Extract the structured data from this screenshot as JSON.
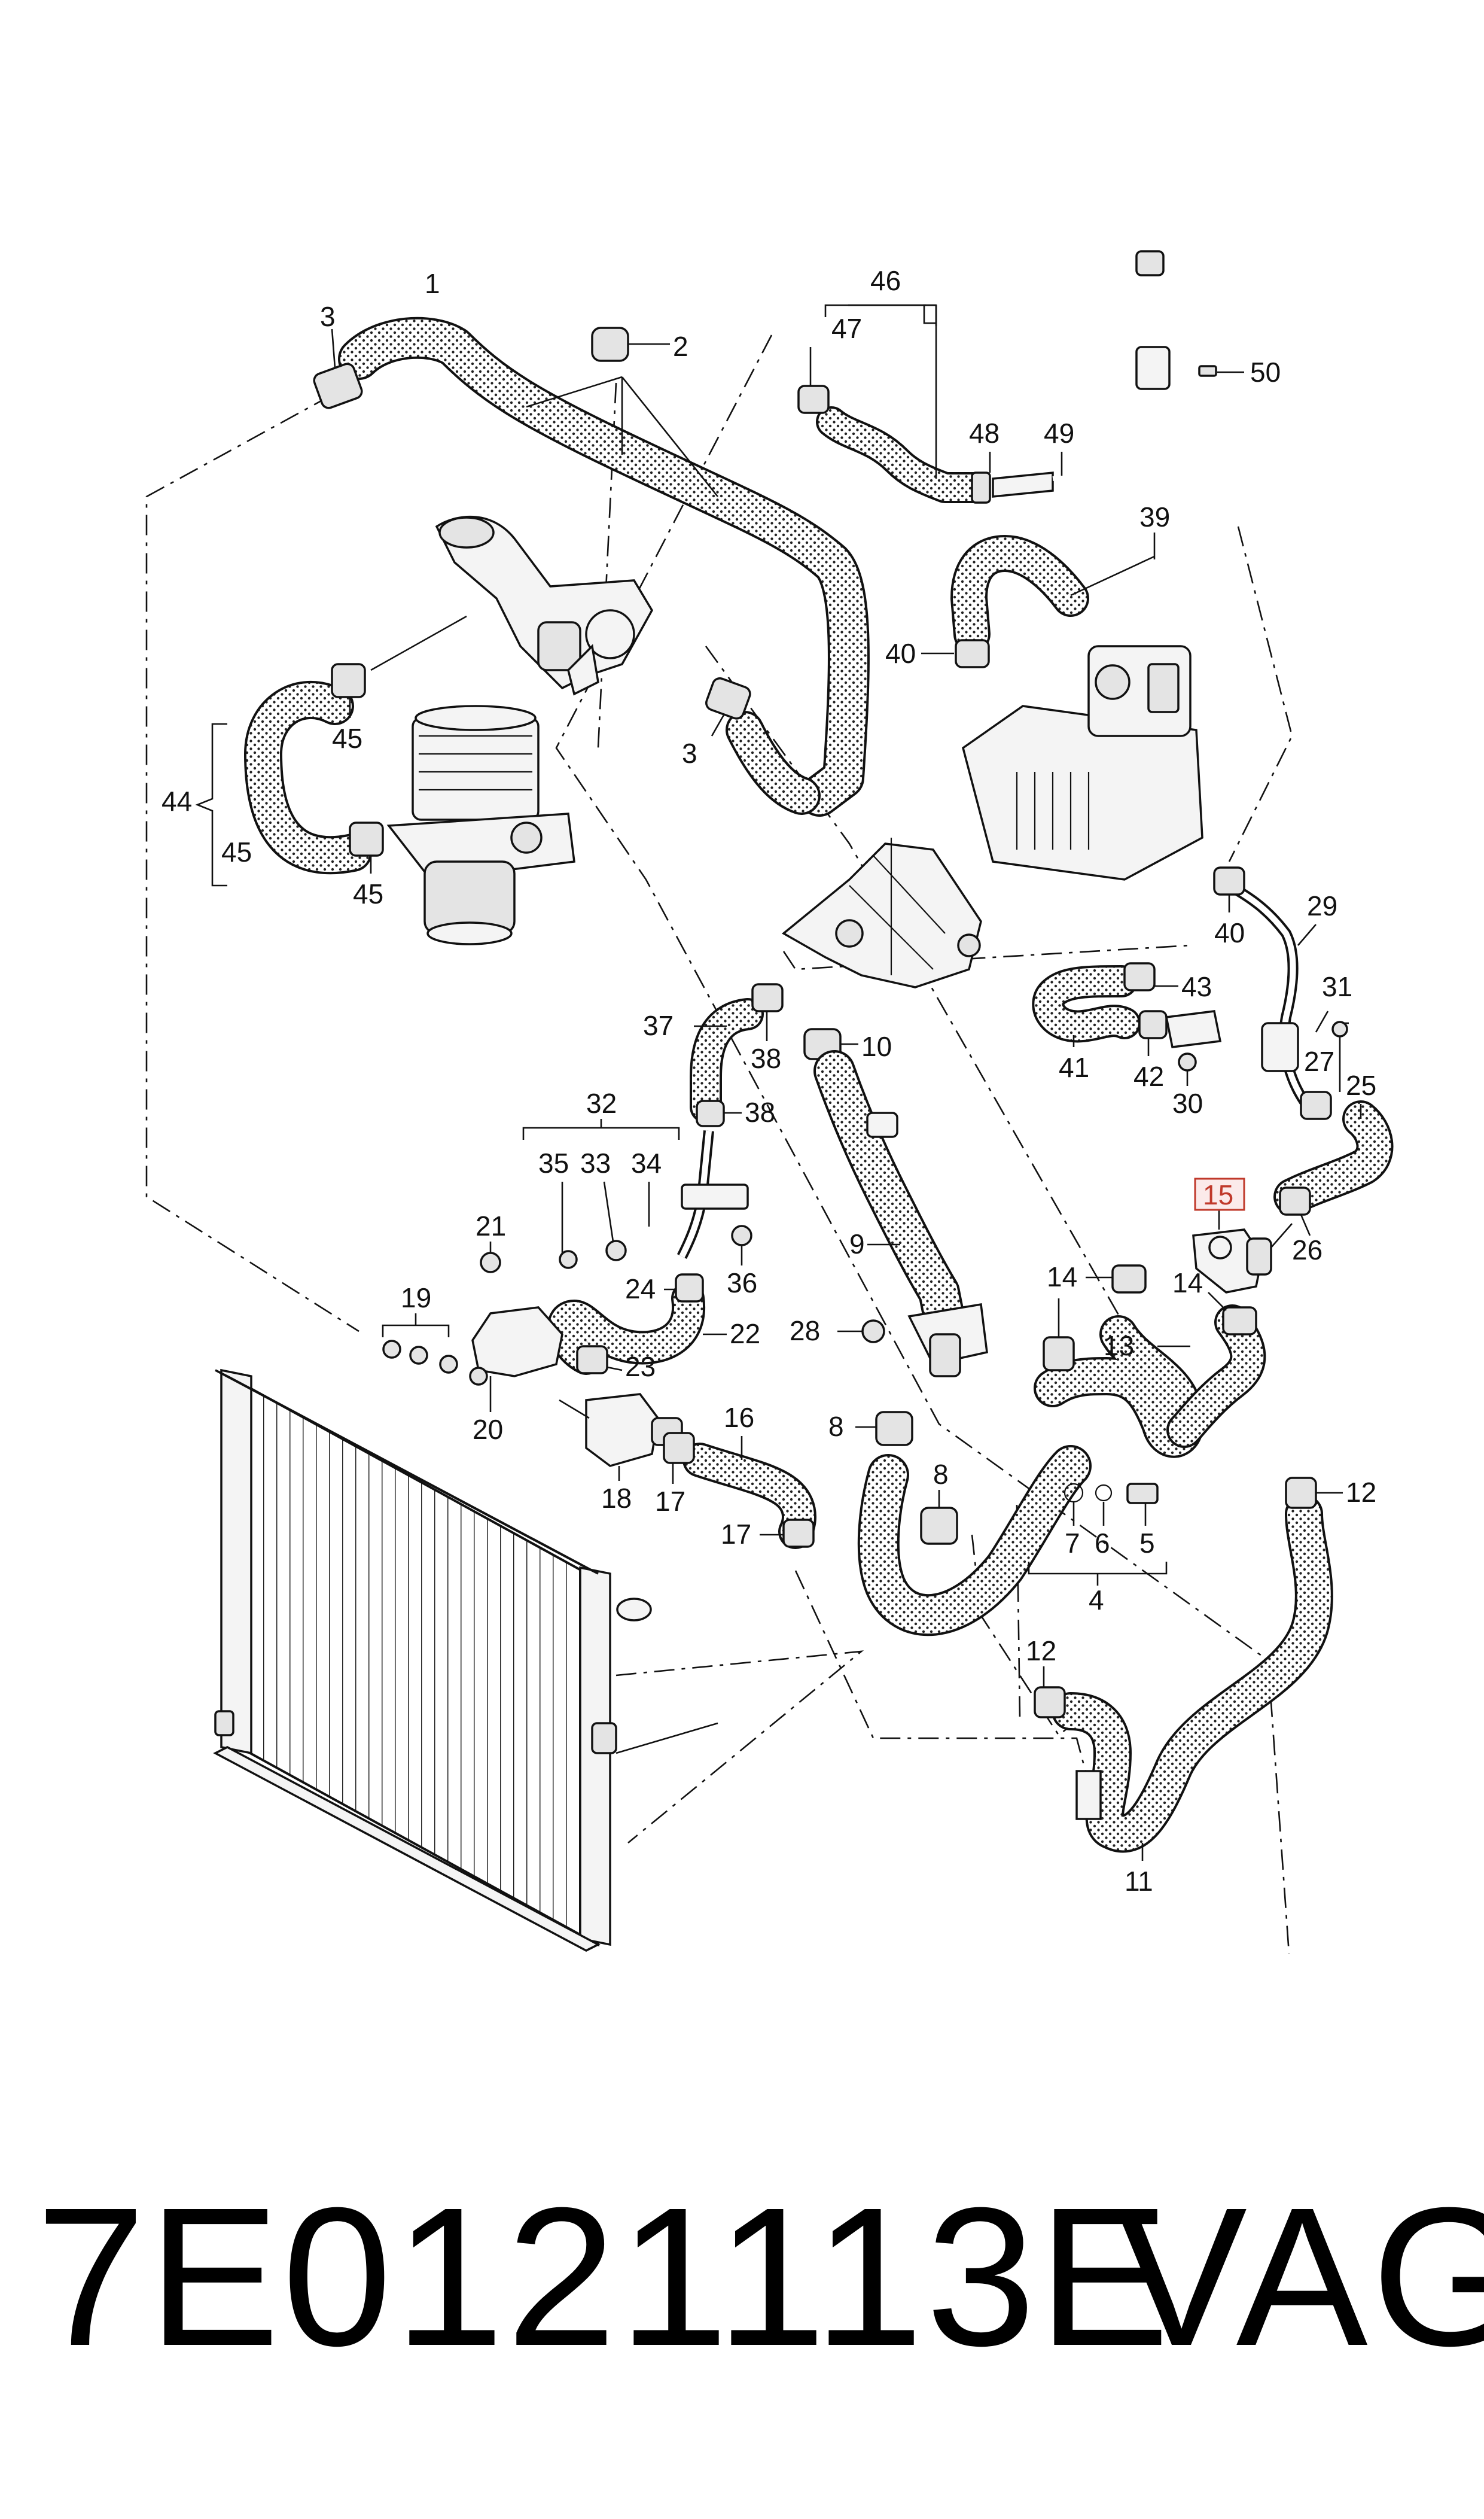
{
  "callouts": {
    "c1": "1",
    "c2": "2",
    "c3a": "3",
    "c3b": "3",
    "c4": "4",
    "c5": "5",
    "c6": "6",
    "c7": "7",
    "c8a": "8",
    "c8b": "8",
    "c9": "9",
    "c10": "10",
    "c11": "11",
    "c12a": "12",
    "c12b": "12",
    "c13": "13",
    "c14a": "14",
    "c14b": "14",
    "c15": "15",
    "c16": "16",
    "c17a": "17",
    "c17b": "17",
    "c18": "18",
    "c19": "19",
    "c20": "20",
    "c21": "21",
    "c22": "22",
    "c23": "23",
    "c24": "24",
    "c25": "25",
    "c26": "26",
    "c27": "27",
    "c28": "28",
    "c29": "29",
    "c30": "30",
    "c31": "31",
    "c32": "32",
    "c33": "33",
    "c34": "34",
    "c35": "35",
    "c36": "36",
    "c37": "37",
    "c38a": "38",
    "c38b": "38",
    "c39": "39",
    "c40a": "40",
    "c40b": "40",
    "c41": "41",
    "c42": "42",
    "c43": "43",
    "c44": "44",
    "c45a": "45",
    "c45b": "45",
    "c45c": "45",
    "c46": "46",
    "c47": "47",
    "c48": "48",
    "c49": "49",
    "c50": "50"
  },
  "highlighted_callout": "15",
  "footer": {
    "part_number": "7E0121113E",
    "brand": "VAG"
  },
  "colors": {
    "line": "#111111",
    "highlight_border": "#c0392b",
    "highlight_fill": "#fbeaea",
    "background": "#ffffff"
  }
}
